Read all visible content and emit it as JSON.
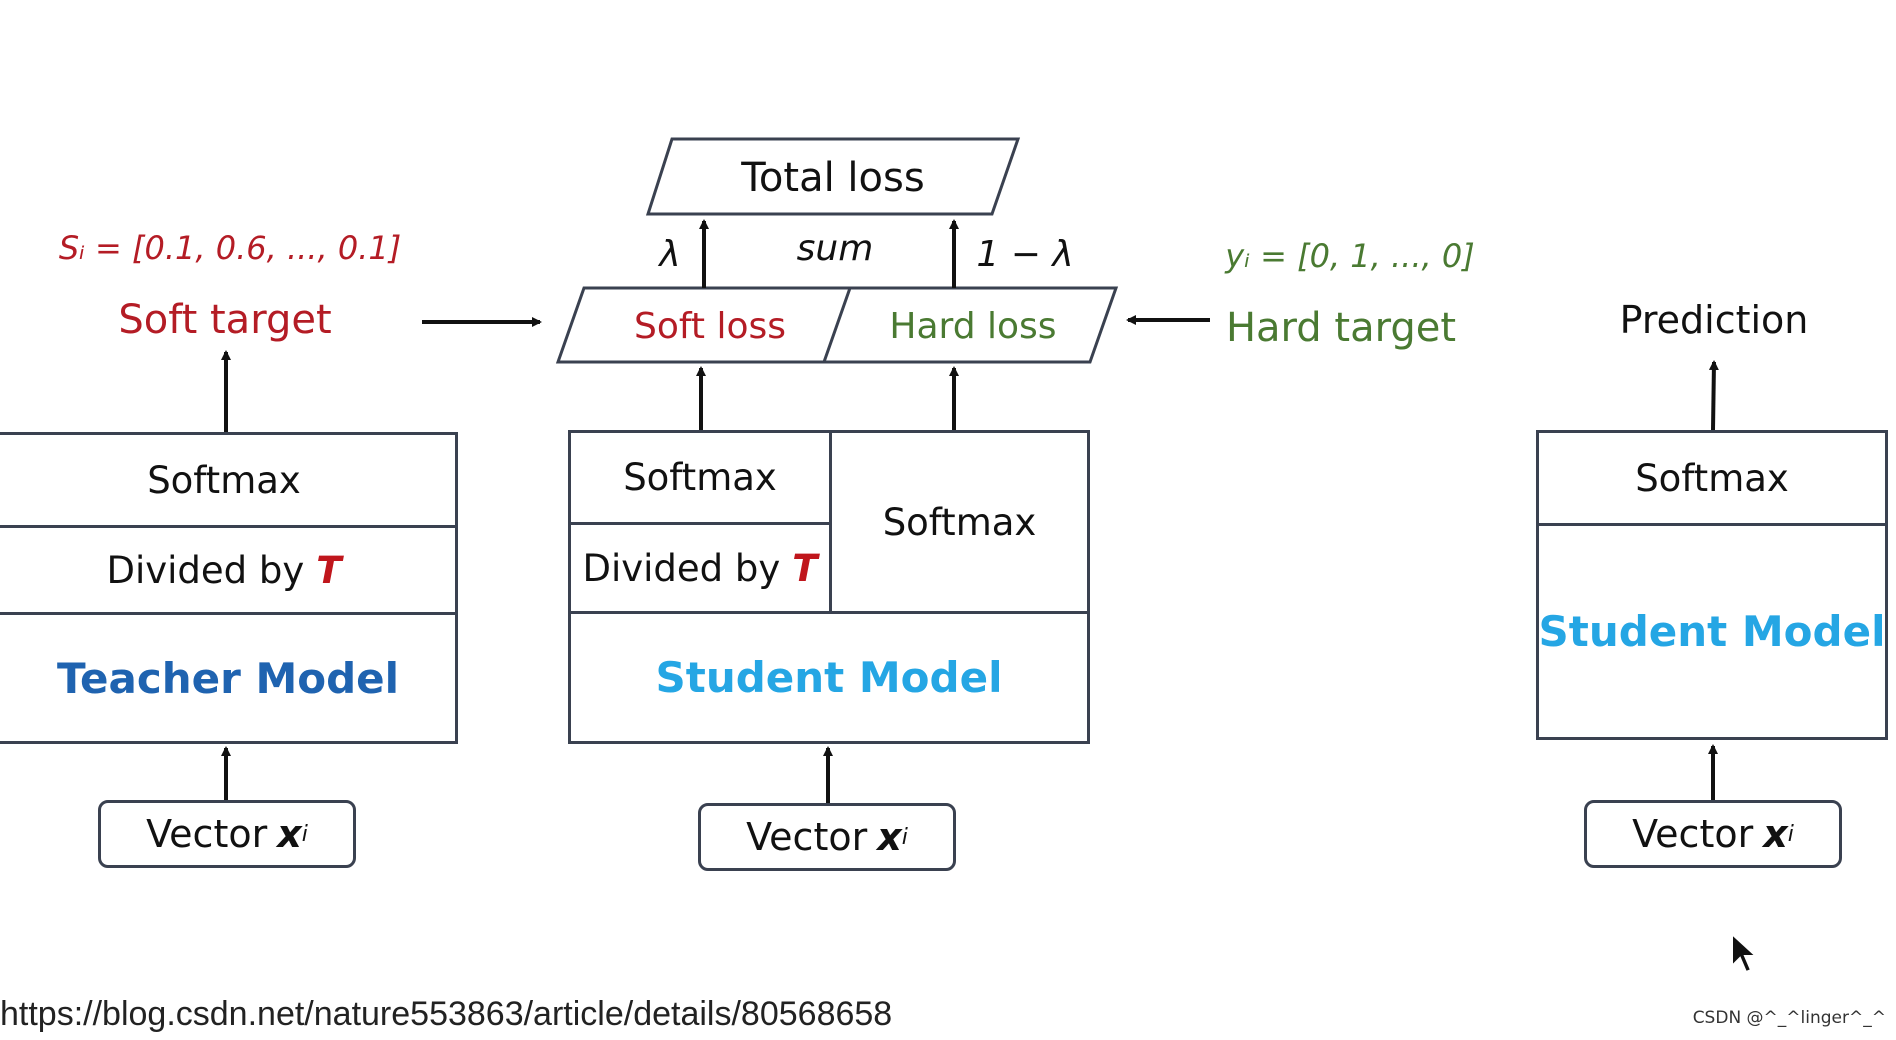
{
  "teacher": {
    "formula": "Sᵢ = [0.1, 0.6, ..., 0.1]",
    "target_label": "Soft target",
    "softmax": "Softmax",
    "divided_by": "Divided by",
    "T": "T",
    "model": "Teacher Model",
    "input_vector": "Vector",
    "input_var": "x",
    "input_sub": "i"
  },
  "center": {
    "total_loss": "Total loss",
    "sum": "sum",
    "lambda": "λ",
    "one_minus_lambda": "1 − λ",
    "soft_loss": "Soft loss",
    "hard_loss": "Hard loss",
    "softmax_left": "Softmax",
    "divided_by": "Divided by",
    "T": "T",
    "softmax_right": "Softmax",
    "model": "Student Model",
    "input_vector": "Vector",
    "input_var": "x",
    "input_sub": "i"
  },
  "hard": {
    "formula": "yᵢ = [0, 1, ..., 0]",
    "target_label": "Hard target"
  },
  "right": {
    "prediction": "Prediction",
    "softmax": "Softmax",
    "model": "Student Model",
    "input_vector": "Vector",
    "input_var": "x",
    "input_sub": "i"
  },
  "footer": {
    "url": "https://blog.csdn.net/nature553863/article/details/80568658",
    "watermark": "CSDN @^_^linger^_^"
  },
  "colors": {
    "soft": "#b41c25",
    "hard": "#4a7a32",
    "teacher": "#1f63b0",
    "student": "#25a6e4",
    "border": "#3a4150"
  }
}
